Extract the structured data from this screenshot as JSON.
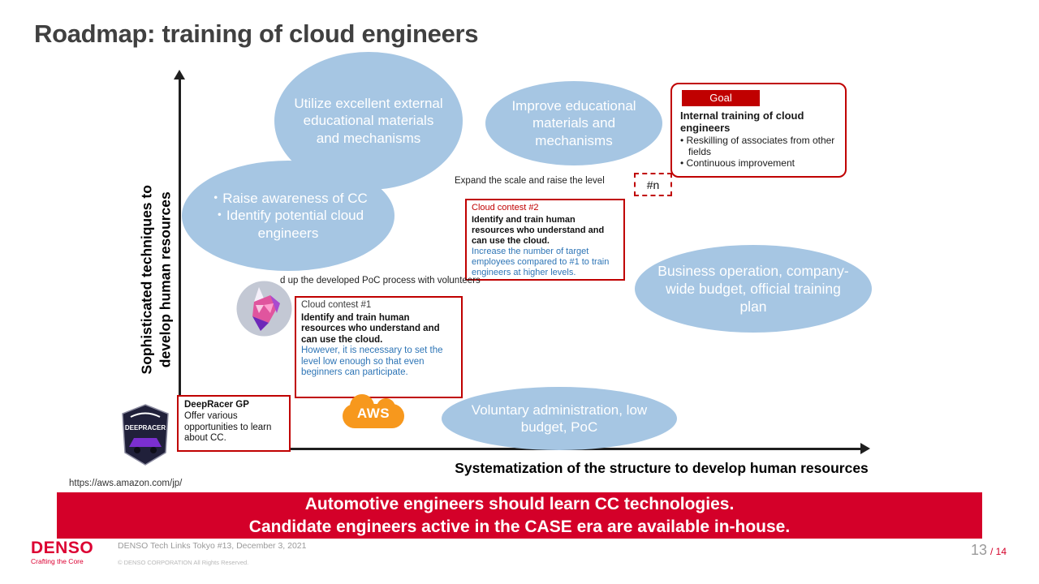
{
  "slide": {
    "title": "Roadmap: training of cloud engineers"
  },
  "axes": {
    "y_label_line1": "Sophisticated techniques to",
    "y_label_line2": "develop human resources",
    "x_label": "Systematization of the structure to develop human resources"
  },
  "ellipses": {
    "utilize": "Utilize excellent external educational materials and mechanisms",
    "improve": "Improve educational materials and mechanisms",
    "raise_line1": "・Raise awareness of CC",
    "raise_line2": "・Identify potential cloud engineers",
    "business": "Business operation, company-wide budget, official training plan",
    "voluntary": "Voluntary administration, low budget, PoC"
  },
  "goal": {
    "badge": "Goal",
    "heading": "Internal training of cloud engineers",
    "bullets": [
      "Reskilling of associates from other fields",
      "Continuous improvement"
    ]
  },
  "annotations": {
    "expand": "Expand the scale and raise the level",
    "hash_n": "#n",
    "poc_note": "d up the developed PoC process with volunteers"
  },
  "contest2": {
    "title": "Cloud contest #2",
    "body": "Identify and train human resources who understand and can use the cloud.",
    "note": "Increase the number of target employees compared to #1 to train engineers at higher levels."
  },
  "contest1": {
    "title": "Cloud contest #1",
    "body": "Identify and train human resources who understand and can use the cloud.",
    "note": "However, it is necessary to set the level low enough so that even beginners can participate."
  },
  "deepracer": {
    "title": "DeepRacer GP",
    "body": "Offer various opportunities to learn about CC.",
    "badge_name": "DEEPRACER"
  },
  "aws": {
    "logo_text": "AWS",
    "url": "https://aws.amazon.com/jp/"
  },
  "banner": {
    "line1": "Automotive engineers should learn CC technologies.",
    "line2": "Candidate engineers active in the CASE era are available in-house."
  },
  "footer": {
    "logo": "DENSO",
    "tagline": "Crafting the Core",
    "deck": "DENSO Tech Links Tokyo #13, December 3, 2021",
    "copyright": "© DENSO CORPORATION  All Rights Reserved.",
    "page_current": "13",
    "page_total": "/ 14"
  },
  "colors": {
    "brand_red": "#d40029",
    "border_red": "#c00000",
    "ellipse_blue": "#a6c6e3",
    "note_blue": "#2e75b6"
  }
}
